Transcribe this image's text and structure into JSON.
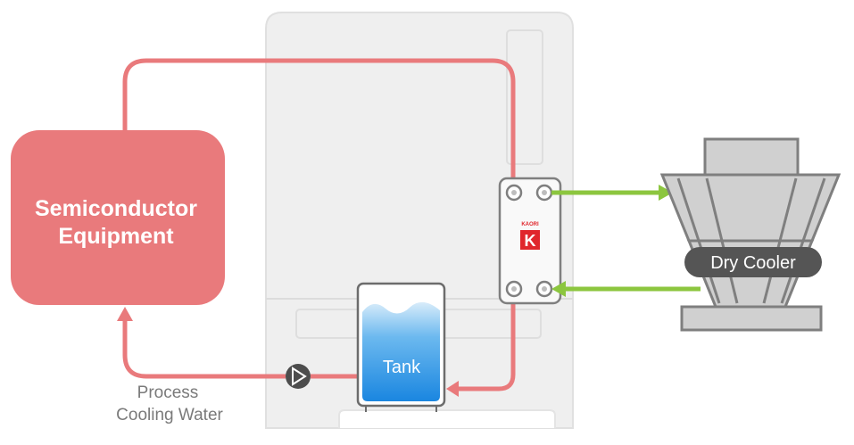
{
  "equipment": {
    "line1": "Semiconductor",
    "line2": "Equipment"
  },
  "tank": {
    "label": "Tank"
  },
  "cooler": {
    "label": "Dry Cooler"
  },
  "process_water": {
    "line1": "Process",
    "line2": "Cooling Water"
  },
  "heat_exchanger": {
    "brand": "KAORI",
    "logo_letter": "K"
  },
  "colors": {
    "process_loop": "#e97a7c",
    "cooler_loop": "#8cc63f",
    "cabinet": "#eeeeee",
    "tank_water": "#1e90e6",
    "cooler_body": "#d0d0d0",
    "cooler_outline": "#7f7f7f",
    "logo": "#e0262c"
  }
}
